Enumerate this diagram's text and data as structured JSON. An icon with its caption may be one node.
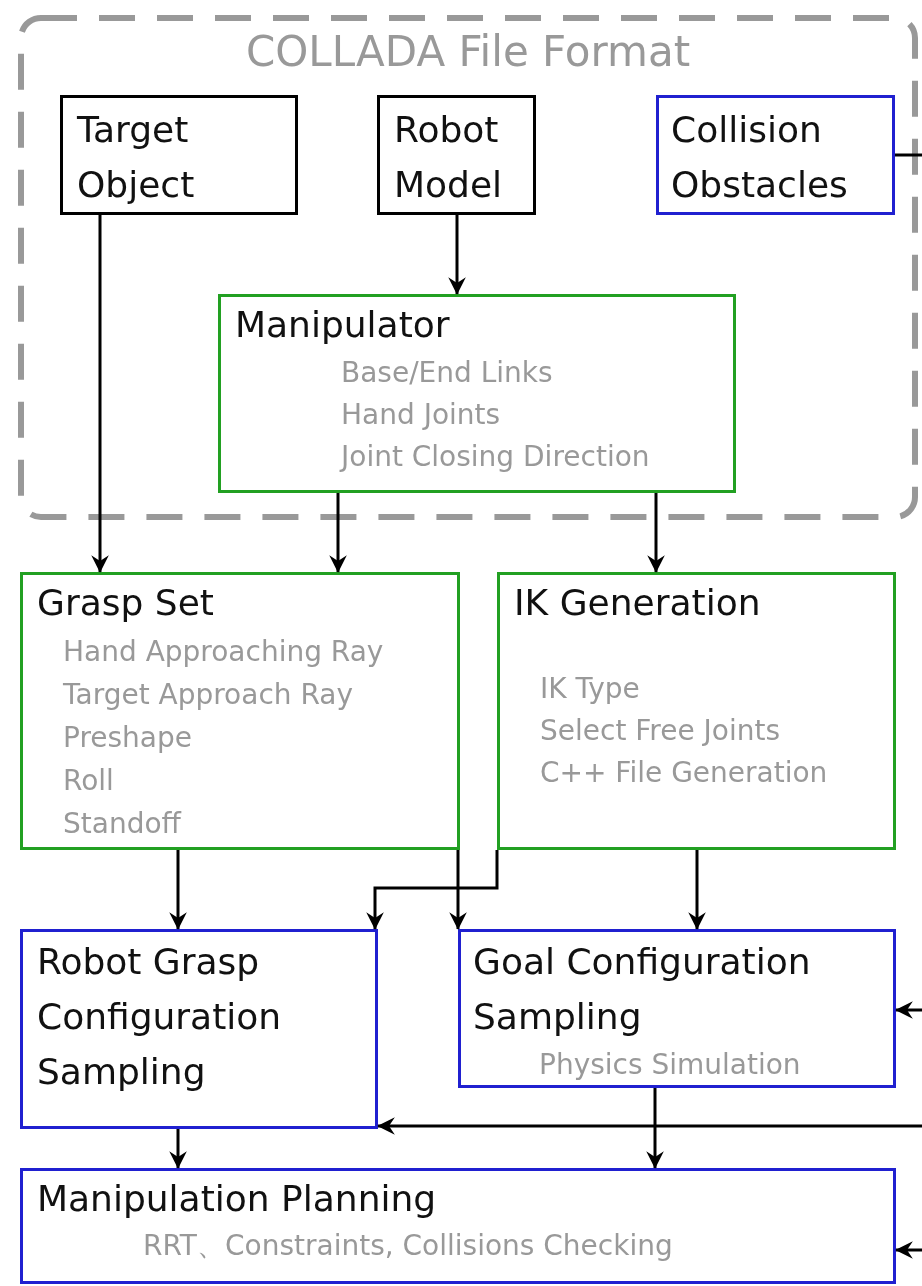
{
  "diagram": {
    "nodes": [
      {
        "text": [
          "COLLADA File Format"
        ]
      },
      {
        "text": [
          "Target Object"
        ],
        "in": 0
      },
      {
        "text": [
          "Robot Model"
        ],
        "in": 0
      },
      {
        "text": [
          "Collision Obstacles"
        ],
        "in": 0
      },
      {
        "text": [
          "Manipulator",
          "Base/End Links",
          "Hand Joints",
          "Joint Closing Direction"
        ],
        "in": 0
      },
      {
        "text": [
          "Grasp Set",
          "Hand Approaching Ray",
          "Target Approach Ray",
          "Preshape",
          "Roll",
          "Standoff"
        ]
      },
      {
        "text": [
          "IK Generation",
          "IK Type",
          "Select Free Joints",
          "C++ File Generation"
        ]
      },
      {
        "text": [
          "Robot Grasp Configuration Sampling"
        ]
      },
      {
        "text": [
          "Goal Configuration Sampling",
          "Physics Simulation"
        ]
      },
      {
        "text": [
          "Manipulation Planning",
          "RRT、Constraints, Collisions Checking"
        ]
      }
    ],
    "edges": [
      {
        "from": 1,
        "to": 5,
        "arrow": "to"
      },
      {
        "from": 2,
        "to": 4,
        "arrow": "to"
      },
      {
        "from": 4,
        "to": 5,
        "arrow": "to"
      },
      {
        "from": 4,
        "to": 6,
        "arrow": "to"
      },
      {
        "from": 5,
        "to": 7,
        "arrow": "to"
      },
      {
        "from": 5,
        "to": 8,
        "arrow": "to"
      },
      {
        "from": 6,
        "to": 7,
        "arrow": "to"
      },
      {
        "from": 6,
        "to": 8,
        "arrow": "to"
      },
      {
        "from": 7,
        "to": 9,
        "arrow": "to"
      },
      {
        "from": 8,
        "to": 9,
        "arrow": "to"
      },
      {
        "from": 3,
        "to": null,
        "arrow": "none"
      },
      {
        "from": null,
        "to": 8,
        "arrow": "to"
      },
      {
        "from": null,
        "to": 7,
        "arrow": "to"
      },
      {
        "from": null,
        "to": 9,
        "arrow": "to"
      }
    ]
  }
}
